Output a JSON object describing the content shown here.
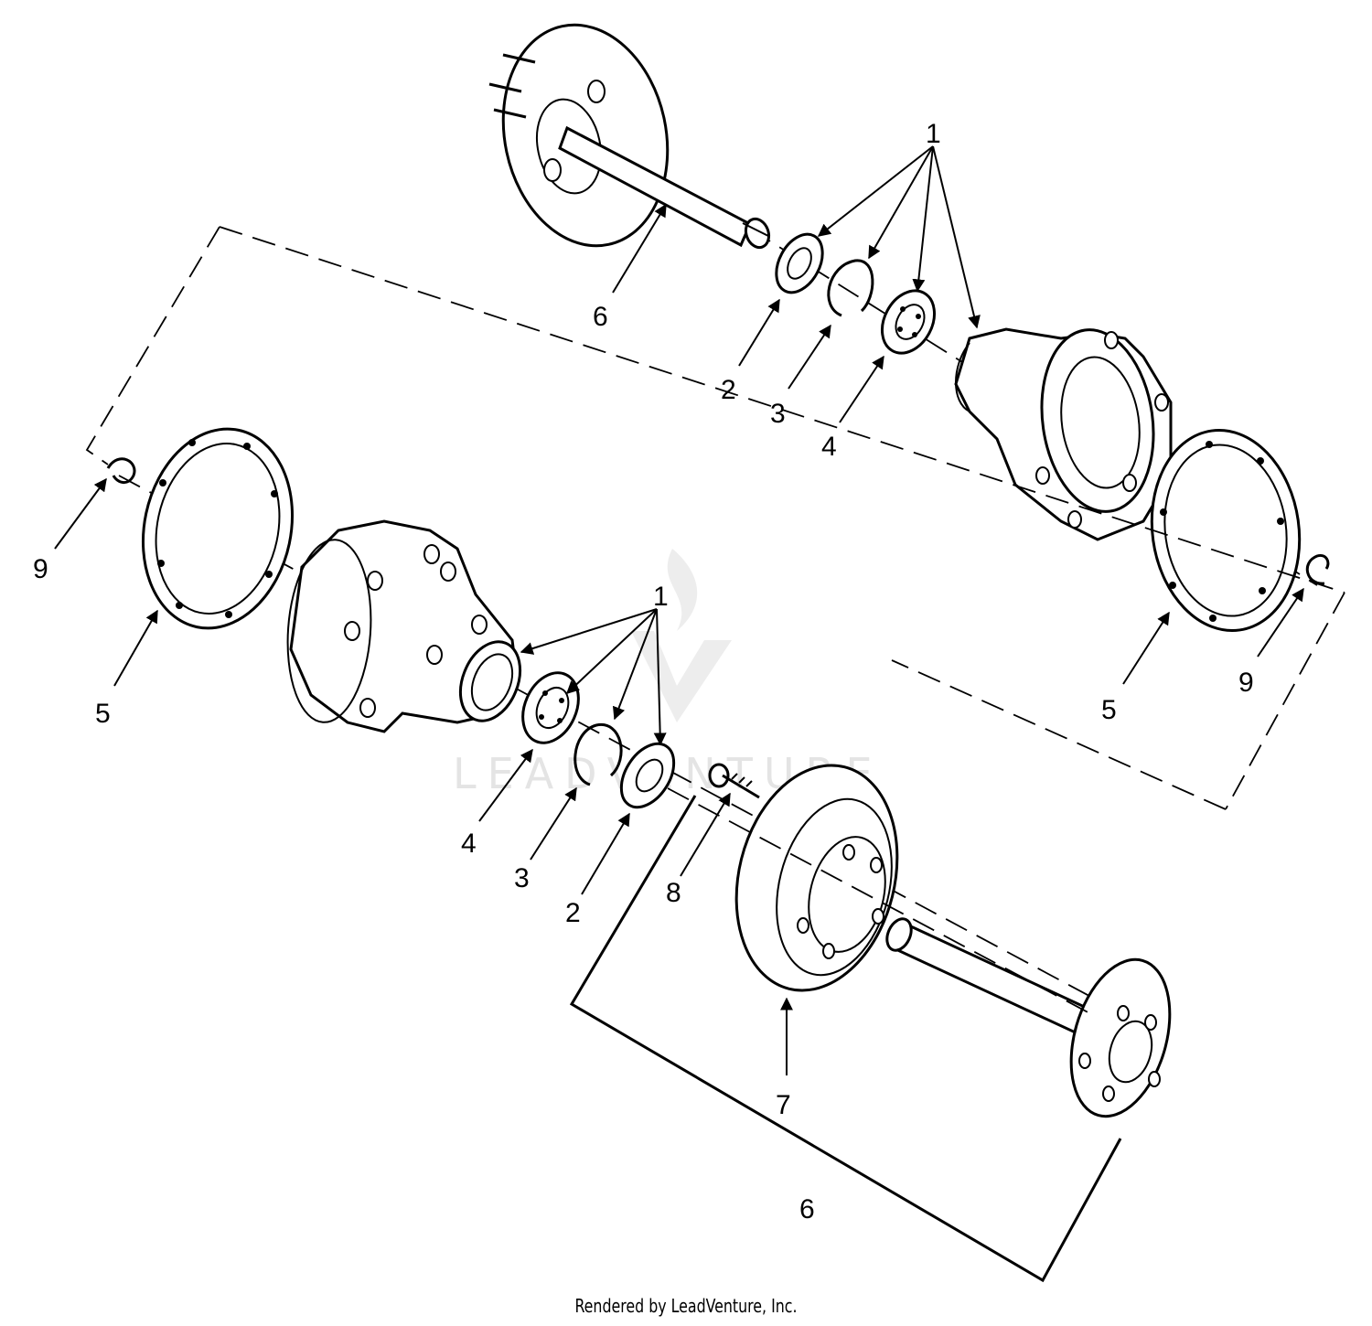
{
  "diagram": {
    "watermark": "LEADVENTURE",
    "footer": "Rendered by LeadVenture, Inc.",
    "callouts": {
      "top_1": "1",
      "top_2": "2",
      "top_3": "3",
      "top_4": "4",
      "top_6": "6",
      "left_9": "9",
      "left_5": "5",
      "right_5": "5",
      "right_9": "9",
      "mid_1": "1",
      "bot_4": "4",
      "bot_3": "3",
      "bot_2": "2",
      "bot_8": "8",
      "bot_7": "7",
      "bot_6": "6"
    }
  }
}
